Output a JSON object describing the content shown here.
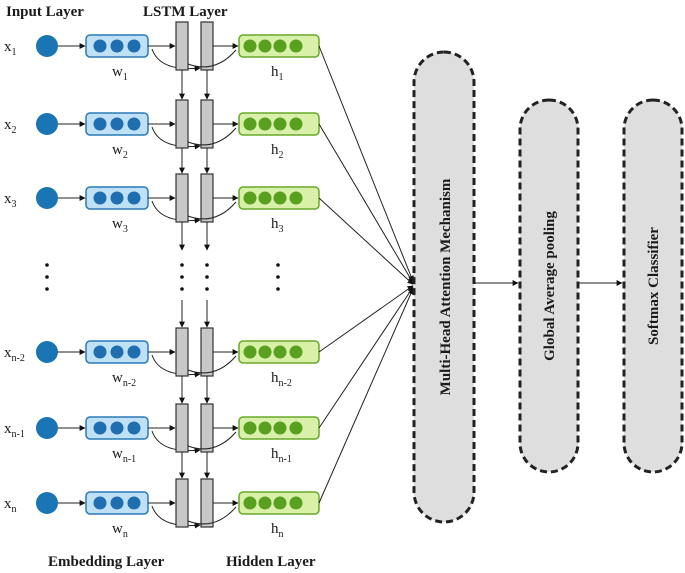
{
  "titles": {
    "input": "Input Layer",
    "lstm": "LSTM Layer",
    "embedding": "Embedding Layer",
    "hidden": "Hidden Layer"
  },
  "blocks": {
    "attention": "Multi-Head Attention Mechanism",
    "pooling": "Global Average pooling",
    "softmax": "Softmax Classifier"
  },
  "rows": [
    {
      "x": "x",
      "x_sub": "1",
      "w": "w",
      "w_sub": "1",
      "h": "h",
      "h_sub": "1"
    },
    {
      "x": "x",
      "x_sub": "2",
      "w": "w",
      "w_sub": "2",
      "h": "h",
      "h_sub": "2"
    },
    {
      "x": "x",
      "x_sub": "3",
      "w": "w",
      "w_sub": "3",
      "h": "h",
      "h_sub": "3"
    },
    {
      "x": "x",
      "x_sub": "n-2",
      "w": "w",
      "w_sub": "n-2",
      "h": "h",
      "h_sub": "n-2"
    },
    {
      "x": "x",
      "x_sub": "n-1",
      "w": "w",
      "w_sub": "n-1",
      "h": "h",
      "h_sub": "n-1"
    },
    {
      "x": "x",
      "x_sub": "n",
      "w": "w",
      "w_sub": "n",
      "h": "h",
      "h_sub": "n"
    }
  ],
  "colors": {
    "input_node": "#1a75b5",
    "embed_fill": "#bfe0f5",
    "embed_border": "#2a7ab8",
    "embed_dot": "#1f6fb0",
    "hidden_fill": "#d8f0a8",
    "hidden_border": "#6aa82a",
    "hidden_dot": "#5aa020",
    "lstm_fill": "#c8c8c8",
    "block_fill": "#dedede"
  }
}
